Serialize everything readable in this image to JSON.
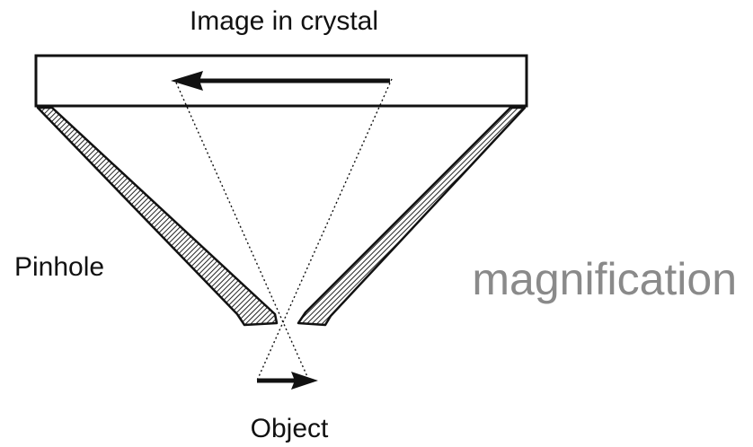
{
  "labels": {
    "image_in_crystal": "Image in crystal",
    "pinhole": "Pinhole",
    "object": "Object",
    "magnification": "magnification"
  },
  "colors": {
    "ink": "#111111",
    "magnification_text": "#8a8a8a",
    "background": "#ffffff"
  }
}
